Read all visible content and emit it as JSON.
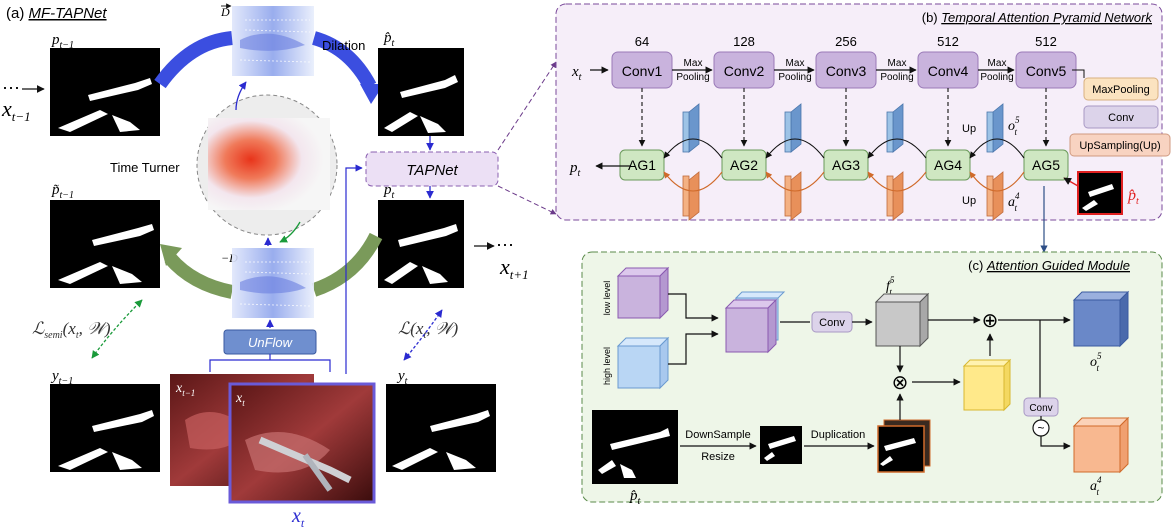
{
  "panel_a": {
    "label": "(a) ",
    "title": "MF-TAPNet",
    "dilation": "Dilation",
    "time_turner": "Time Turner",
    "tapnet": "TAPNet",
    "unflow": "UnFlow",
    "flow_fwd": "D",
    "flow_bwd": "−D",
    "p_prev": "p",
    "p_prev_sub": "t−1",
    "p_hat": "p̂",
    "p_hat_sub": "t",
    "p_tilde_prev": "p̃",
    "p_tilde_prev_sub": "t−1",
    "p_t": "p",
    "p_t_sub": "t",
    "x_prev": "x",
    "x_prev_sub": "t−1",
    "x_next": "x",
    "x_next_sub": "t+1",
    "x_t": "x",
    "x_t_sub": "t",
    "y_prev": "y",
    "y_prev_sub": "t−1",
    "y_t": "y",
    "y_t_sub": "t",
    "img_x_prev": "x",
    "img_x_prev_sub": "t−1",
    "img_x_t": "x",
    "img_x_t_sub": "t",
    "loss_semi": "ℒ",
    "loss_semi_sub": "semi",
    "loss_semi_args": "(x",
    "loss_semi_args_sub": "t",
    "loss_semi_args2": ", 𝒲)",
    "loss_sup": "ℒ(x",
    "loss_sup_sub": "t",
    "loss_sup_args2": ", 𝒲)",
    "dots": "⋯"
  },
  "panel_b": {
    "label": "(b) ",
    "title": "Temporal Attention Pyramid Network",
    "input": "x",
    "input_sub": "t",
    "output": "p",
    "output_sub": "t",
    "convs": [
      {
        "name": "Conv1",
        "channels": "64"
      },
      {
        "name": "Conv2",
        "channels": "128"
      },
      {
        "name": "Conv3",
        "channels": "256"
      },
      {
        "name": "Conv4",
        "channels": "512"
      },
      {
        "name": "Conv5",
        "channels": "512"
      }
    ],
    "pool_line1": "Max",
    "pool_line2": "Pooling",
    "ags": [
      "AG1",
      "AG2",
      "AG3",
      "AG4",
      "AG5"
    ],
    "up": "Up",
    "o": "o",
    "o_sup": "5",
    "o_sub": "t",
    "a": "a",
    "a_sup": "4",
    "a_sub": "t",
    "prior": "p̂",
    "prior_sub": "t",
    "legend": [
      "MaxPooling",
      "Conv",
      "UpSampling(Up)"
    ],
    "colors": {
      "conv": "#c9b3dd",
      "ag": "#cfe7c2",
      "blue": "#9dc3e6",
      "orange": "#f4b183",
      "legend_pool": "#fbe3c0",
      "legend_conv": "#dcd3ea",
      "legend_up": "#f8d3c1"
    }
  },
  "panel_c": {
    "label": "(c) ",
    "title": "Attention Guided Module",
    "low_level": "low level",
    "high_level": "high level",
    "conv": "Conv",
    "f": "f",
    "f_sup": "5",
    "f_sub": "t",
    "o": "o",
    "o_sup": "5",
    "o_sub": "t",
    "a": "a",
    "a_sup": "4",
    "a_sub": "t",
    "downsample": "DownSample",
    "resize": "Resize",
    "duplication": "Duplication",
    "prior": "p̂",
    "prior_sub": "t",
    "plus": "⊕",
    "times": "⊗",
    "sigmoid": "~"
  }
}
